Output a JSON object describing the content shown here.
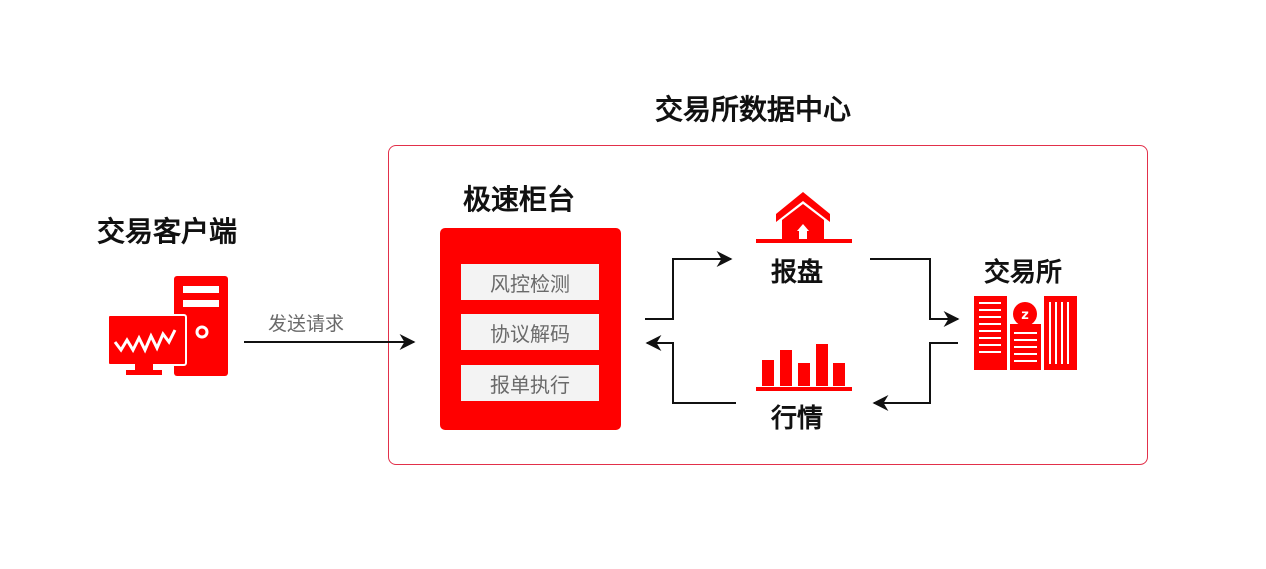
{
  "colors": {
    "accent": "#ff0000",
    "border": "#e2304a",
    "text": "#111111",
    "muted": "#6a6a6a"
  },
  "data_center": {
    "title": "交易所数据中心"
  },
  "client": {
    "title": "交易客户端",
    "icon": "computer-terminal-icon"
  },
  "edge": {
    "label": "发送请求"
  },
  "counter": {
    "title": "极速柜台",
    "modules": [
      {
        "label": "风控检测"
      },
      {
        "label": "协议解码"
      },
      {
        "label": "报单执行"
      }
    ]
  },
  "order_report": {
    "label": "报盘",
    "icon": "house-upload-icon"
  },
  "market_data": {
    "label": "行情",
    "icon": "bar-chart-icon"
  },
  "exchange": {
    "title": "交易所",
    "icon": "buildings-icon"
  }
}
